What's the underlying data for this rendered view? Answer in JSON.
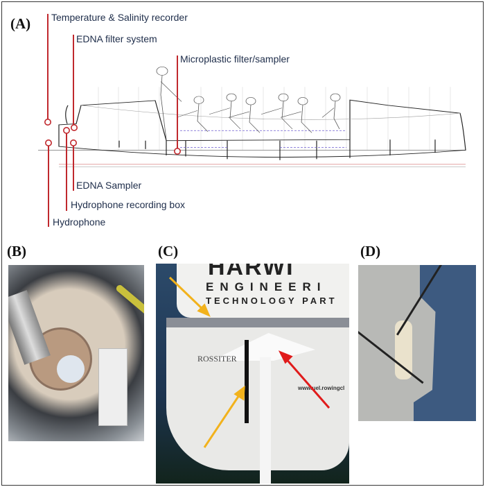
{
  "panels": {
    "a": {
      "label": "(A)"
    },
    "b": {
      "label": "(B)"
    },
    "c": {
      "label": "(C)"
    },
    "d": {
      "label": "(D)"
    }
  },
  "callouts": {
    "temperature": "Temperature & Salinity recorder",
    "edna_filter": "EDNA filter system",
    "microplastic": "Microplastic filter/sampler",
    "edna_sampler": "EDNA Sampler",
    "hydrophone_box": "Hydrophone recording box",
    "hydrophone": "Hydrophone"
  },
  "photo_c_text": {
    "brand": "HARWI",
    "line1": "ENGINEERI",
    "line2": "TECHNOLOGY PART",
    "sponsor": "ROSSITER",
    "url": "www.uel.rowingcl"
  },
  "colors": {
    "callout_line": "#c0282d",
    "callout_text": "#1e2d4a",
    "arrow_yellow": "#f2b21c",
    "arrow_red": "#e01b1b"
  }
}
